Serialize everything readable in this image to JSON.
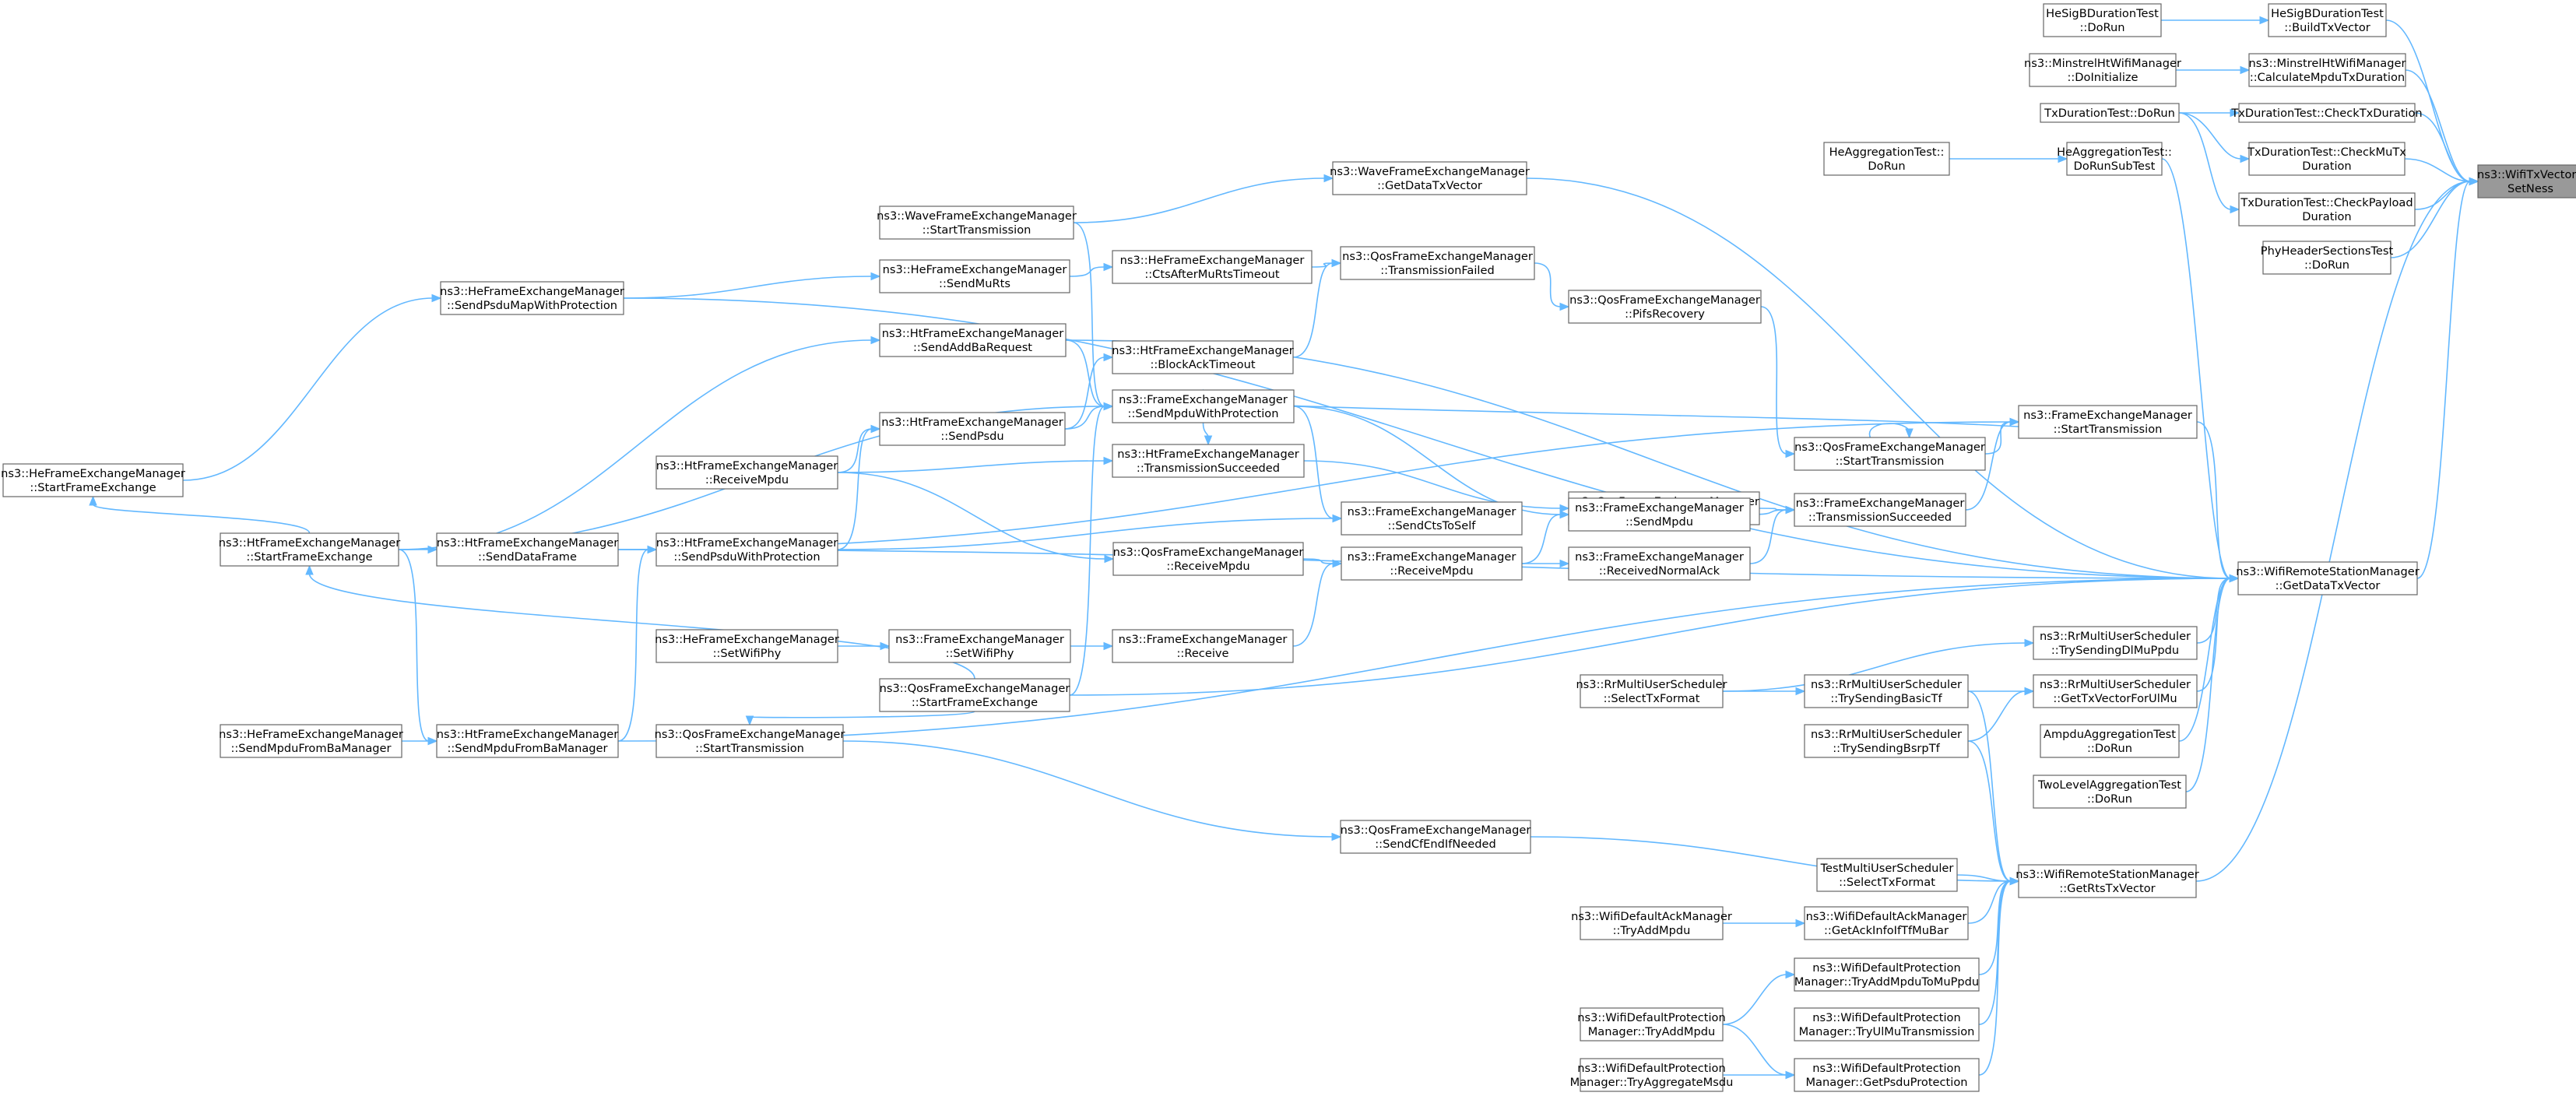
{
  "nodes": {
    "n_setness": [
      "ns3::WifiTxVector::",
      "SetNess"
    ],
    "n_hesigb_build": [
      "HeSigBDurationTest",
      "::BuildTxVector"
    ],
    "n_hesigb_run": [
      "HeSigBDurationTest",
      "::DoRun"
    ],
    "n_minstrel_calc": [
      "ns3::MinstrelHtWifiManager",
      "::CalculateMpduTxDuration"
    ],
    "n_minstrel_init": [
      "ns3::MinstrelHtWifiManager",
      "::DoInitialize"
    ],
    "n_txdur_check": [
      "TxDurationTest::CheckTxDuration"
    ],
    "n_txdur_run": [
      "TxDurationTest::DoRun"
    ],
    "n_txdur_mutx": [
      "TxDurationTest::CheckMuTx",
      "Duration"
    ],
    "n_txdur_payload": [
      "TxDurationTest::CheckPayload",
      "Duration"
    ],
    "n_heagg_sub": [
      "HeAggregationTest::",
      "DoRunSubTest"
    ],
    "n_heagg_run": [
      "HeAggregationTest::",
      "DoRun"
    ],
    "n_phyhdr": [
      "PhyHeaderSectionsTest",
      "::DoRun"
    ],
    "n_wave_getdata": [
      "ns3::WaveFrameExchangeManager",
      "::GetDataTxVector"
    ],
    "n_wave_start": [
      "ns3::WaveFrameExchangeManager",
      "::StartTransmission"
    ],
    "n_he_sendmurts": [
      "ns3::HeFrameExchangeManager",
      "::SendMuRts"
    ],
    "n_he_ctsafter": [
      "ns3::HeFrameExchangeManager",
      "::CtsAfterMuRtsTimeout"
    ],
    "n_he_psdumap": [
      "ns3::HeFrameExchangeManager",
      "::SendPsduMapWithProtection"
    ],
    "n_qos_txfailed": [
      "ns3::QosFrameExchangeManager",
      "::TransmissionFailed"
    ],
    "n_qos_pifs": [
      "ns3::QosFrameExchangeManager",
      "::PifsRecovery"
    ],
    "n_ht_sendaddba": [
      "ns3::HtFrameExchangeManager",
      "::SendAddBaRequest"
    ],
    "n_ht_blockack": [
      "ns3::HtFrameExchangeManager",
      "::BlockAckTimeout"
    ],
    "n_fem_mpduprot": [
      "ns3::FrameExchangeManager",
      "::SendMpduWithProtection"
    ],
    "n_fem_starttx": [
      "ns3::FrameExchangeManager",
      "::StartTransmission"
    ],
    "n_he_startfe": [
      "ns3::HeFrameExchangeManager",
      "::StartFrameExchange"
    ],
    "n_ht_sendpsdu": [
      "ns3::HtFrameExchangeManager",
      "::SendPsdu"
    ],
    "n_ht_txsucc": [
      "ns3::HtFrameExchangeManager",
      "::TransmissionSucceeded"
    ],
    "n_ht_recvmpdu": [
      "ns3::HtFrameExchangeManager",
      "::ReceiveMpdu"
    ],
    "n_qos_starttx": [
      "ns3::QosFrameExchangeManager",
      "::StartTransmission"
    ],
    "n_qos_txsucc": [
      "ns3::QosFrameExchangeManager",
      "::TransmissionSucceeded"
    ],
    "n_fem_txsucc": [
      "ns3::FrameExchangeManager",
      "::TransmissionSucceeded"
    ],
    "n_ht_startfe": [
      "ns3::HtFrameExchangeManager",
      "::StartFrameExchange"
    ],
    "n_ht_senddata": [
      "ns3::HtFrameExchangeManager",
      "::SendDataFrame"
    ],
    "n_ht_psduprot": [
      "ns3::HtFrameExchangeManager",
      "::SendPsduWithProtection"
    ],
    "n_fem_ctstoself": [
      "ns3::FrameExchangeManager",
      "::SendCtsToSelf"
    ],
    "n_fem_sendmpdu": [
      "ns3::FrameExchangeManager",
      "::SendMpdu"
    ],
    "n_qos_recvmpdu": [
      "ns3::QosFrameExchangeManager",
      "::ReceiveMpdu"
    ],
    "n_fem_recvmpdu": [
      "ns3::FrameExchangeManager",
      "::ReceiveMpdu"
    ],
    "n_fem_recvack": [
      "ns3::FrameExchangeManager",
      "::ReceivedNormalAck"
    ],
    "n_wrsm_getdata": [
      "ns3::WifiRemoteStationManager",
      "::GetDataTxVector"
    ],
    "n_he_setphy": [
      "ns3::HeFrameExchangeManager",
      "::SetWifiPhy"
    ],
    "n_fem_setphy": [
      "ns3::FrameExchangeManager",
      "::SetWifiPhy"
    ],
    "n_fem_receive": [
      "ns3::FrameExchangeManager",
      "::Receive"
    ],
    "n_rr_trydl": [
      "ns3::RrMultiUserScheduler",
      "::TrySendingDlMuPpdu"
    ],
    "n_rr_select": [
      "ns3::RrMultiUserScheduler",
      "::SelectTxFormat"
    ],
    "n_rr_basictf": [
      "ns3::RrMultiUserScheduler",
      "::TrySendingBasicTf"
    ],
    "n_rr_getul": [
      "ns3::RrMultiUserScheduler",
      "::GetTxVectorForUlMu"
    ],
    "n_qos_startfe": [
      "ns3::QosFrameExchangeManager",
      "::StartFrameExchange"
    ],
    "n_he_sendmpduba": [
      "ns3::HeFrameExchangeManager",
      "::SendMpduFromBaManager"
    ],
    "n_ht_sendmpduba": [
      "ns3::HtFrameExchangeManager",
      "::SendMpduFromBaManager"
    ],
    "n_qos_starttx2": [
      "ns3::QosFrameExchangeManager",
      "::StartTransmission"
    ],
    "n_rr_bsrp": [
      "ns3::RrMultiUserScheduler",
      "::TrySendingBsrpTf"
    ],
    "n_ampdu": [
      "AmpduAggregationTest",
      "::DoRun"
    ],
    "n_twolevel": [
      "TwoLevelAggregationTest",
      "::DoRun"
    ],
    "n_qos_cfend": [
      "ns3::QosFrameExchangeManager",
      "::SendCfEndIfNeeded"
    ],
    "n_wrsm_getrts": [
      "ns3::WifiRemoteStationManager",
      "::GetRtsTxVector"
    ],
    "n_testmu_select": [
      "TestMultiUserScheduler",
      "::SelectTxFormat"
    ],
    "n_ack_tryadd": [
      "ns3::WifiDefaultAckManager",
      "::TryAddMpdu"
    ],
    "n_ack_getinfo": [
      "ns3::WifiDefaultAckManager",
      "::GetAckInfoIfTfMuBar"
    ],
    "n_prot_tomupdu": [
      "ns3::WifiDefaultProtection",
      "Manager::TryAddMpduToMuPpdu"
    ],
    "n_prot_tryadd": [
      "ns3::WifiDefaultProtection",
      "Manager::TryAddMpdu"
    ],
    "n_prot_ulmu": [
      "ns3::WifiDefaultProtection",
      "Manager::TryUlMuTransmission"
    ],
    "n_prot_aggmsdu": [
      "ns3::WifiDefaultProtection",
      "Manager::TryAggregateMsdu"
    ],
    "n_prot_getpsdu": [
      "ns3::WifiDefaultProtection",
      "Manager::GetPsduProtection"
    ]
  },
  "edges": [
    [
      "n_hesigb_build",
      "n_setness"
    ],
    [
      "n_hesigb_run",
      "n_hesigb_build"
    ],
    [
      "n_minstrel_calc",
      "n_setness"
    ],
    [
      "n_minstrel_init",
      "n_minstrel_calc"
    ],
    [
      "n_txdur_check",
      "n_setness"
    ],
    [
      "n_txdur_run",
      "n_txdur_check"
    ],
    [
      "n_txdur_run",
      "n_txdur_mutx"
    ],
    [
      "n_txdur_run",
      "n_txdur_payload"
    ],
    [
      "n_txdur_mutx",
      "n_setness"
    ],
    [
      "n_txdur_payload",
      "n_setness"
    ],
    [
      "n_phyhdr",
      "n_setness"
    ],
    [
      "n_wrsm_getdata",
      "n_setness"
    ],
    [
      "n_wrsm_getrts",
      "n_setness"
    ],
    [
      "n_heagg_run",
      "n_heagg_sub"
    ],
    [
      "n_heagg_sub",
      "n_wrsm_getdata"
    ],
    [
      "n_wave_getdata",
      "n_wrsm_getdata"
    ],
    [
      "n_wave_start",
      "n_wave_getdata"
    ],
    [
      "n_fem_starttx",
      "n_wrsm_getdata"
    ],
    [
      "n_ht_sendaddba",
      "n_wrsm_getdata"
    ],
    [
      "n_he_psdumap",
      "n_wrsm_getdata"
    ],
    [
      "n_ht_senddata",
      "n_wrsm_getdata"
    ],
    [
      "n_qos_startfe",
      "n_wrsm_getdata"
    ],
    [
      "n_ampdu",
      "n_wrsm_getdata"
    ],
    [
      "n_twolevel",
      "n_wrsm_getdata"
    ],
    [
      "n_rr_trydl",
      "n_wrsm_getdata"
    ],
    [
      "n_rr_getul",
      "n_wrsm_getdata"
    ],
    [
      "n_ht_sendmpduba",
      "n_wrsm_getdata"
    ],
    [
      "n_rr_select",
      "n_rr_trydl"
    ],
    [
      "n_rr_basictf",
      "n_rr_getul"
    ],
    [
      "n_rr_bsrp",
      "n_rr_getul"
    ],
    [
      "n_rr_select",
      "n_rr_basictf"
    ],
    [
      "n_rr_basictf",
      "n_wrsm_getrts"
    ],
    [
      "n_rr_bsrp",
      "n_wrsm_getrts"
    ],
    [
      "n_qos_cfend",
      "n_wrsm_getrts"
    ],
    [
      "n_testmu_select",
      "n_wrsm_getrts"
    ],
    [
      "n_ack_getinfo",
      "n_wrsm_getrts"
    ],
    [
      "n_ack_tryadd",
      "n_ack_getinfo"
    ],
    [
      "n_prot_tomupdu",
      "n_wrsm_getrts"
    ],
    [
      "n_prot_ulmu",
      "n_wrsm_getrts"
    ],
    [
      "n_prot_getpsdu",
      "n_wrsm_getrts"
    ],
    [
      "n_prot_tryadd",
      "n_prot_tomupdu"
    ],
    [
      "n_prot_tryadd",
      "n_prot_getpsdu"
    ],
    [
      "n_prot_aggmsdu",
      "n_prot_getpsdu"
    ],
    [
      "n_qos_starttx2",
      "n_qos_cfend"
    ],
    [
      "n_he_sendmurts",
      "n_he_ctsafter"
    ],
    [
      "n_he_ctsafter",
      "n_qos_txfailed"
    ],
    [
      "n_ht_blockack",
      "n_qos_txfailed"
    ],
    [
      "n_qos_txfailed",
      "n_qos_pifs"
    ],
    [
      "n_qos_pifs",
      "n_qos_starttx"
    ],
    [
      "n_qos_starttx",
      "n_qos_starttx"
    ],
    [
      "n_qos_starttx",
      "n_fem_starttx"
    ],
    [
      "n_fem_txsucc",
      "n_fem_starttx"
    ],
    [
      "n_fem_starttx",
      "n_fem_mpduprot"
    ],
    [
      "n_qos_txsucc",
      "n_fem_txsucc"
    ],
    [
      "n_ht_txsucc",
      "n_qos_txsucc"
    ],
    [
      "n_fem_sendmpdu",
      "n_fem_txsucc"
    ],
    [
      "n_fem_recvack",
      "n_fem_txsucc"
    ],
    [
      "n_fem_mpduprot",
      "n_fem_sendmpdu"
    ],
    [
      "n_fem_mpduprot",
      "n_ht_txsucc"
    ],
    [
      "n_fem_mpduprot",
      "n_fem_ctstoself"
    ],
    [
      "n_fem_recvmpdu",
      "n_fem_sendmpdu"
    ],
    [
      "n_fem_recvmpdu",
      "n_fem_recvack"
    ],
    [
      "n_fem_receive",
      "n_fem_recvmpdu"
    ],
    [
      "n_fem_setphy",
      "n_fem_receive"
    ],
    [
      "n_he_setphy",
      "n_fem_setphy"
    ],
    [
      "n_qos_recvmpdu",
      "n_fem_recvmpdu"
    ],
    [
      "n_ht_recvmpdu",
      "n_qos_recvmpdu"
    ],
    [
      "n_ht_recvmpdu",
      "n_ht_txsucc"
    ],
    [
      "n_ht_recvmpdu",
      "n_ht_sendpsdu"
    ],
    [
      "n_ht_sendpsdu",
      "n_fem_mpduprot"
    ],
    [
      "n_ht_sendpsdu",
      "n_ht_blockack"
    ],
    [
      "n_ht_sendaddba",
      "n_fem_mpduprot"
    ],
    [
      "n_wave_start",
      "n_fem_mpduprot"
    ],
    [
      "n_qos_startfe",
      "n_fem_mpduprot"
    ],
    [
      "n_ht_psduprot",
      "n_ht_sendpsdu"
    ],
    [
      "n_ht_psduprot",
      "n_fem_ctstoself"
    ],
    [
      "n_ht_senddata",
      "n_ht_psduprot"
    ],
    [
      "n_ht_sendmpduba",
      "n_ht_psduprot"
    ],
    [
      "n_ht_startfe",
      "n_ht_senddata"
    ],
    [
      "n_ht_startfe",
      "n_ht_sendaddba"
    ],
    [
      "n_ht_startfe",
      "n_ht_sendmpduba"
    ],
    [
      "n_ht_startfe",
      "n_fem_mpduprot"
    ],
    [
      "n_he_sendmpduba",
      "n_ht_sendmpduba"
    ],
    [
      "n_ht_startfe",
      "n_he_startfe"
    ],
    [
      "n_he_startfe",
      "n_he_psdumap"
    ],
    [
      "n_he_psdumap",
      "n_he_sendmurts"
    ],
    [
      "n_qos_startfe",
      "n_ht_startfe"
    ],
    [
      "n_qos_startfe",
      "n_qos_starttx2"
    ],
    [
      "n_ht_senddata",
      "n_fem_starttx"
    ]
  ]
}
